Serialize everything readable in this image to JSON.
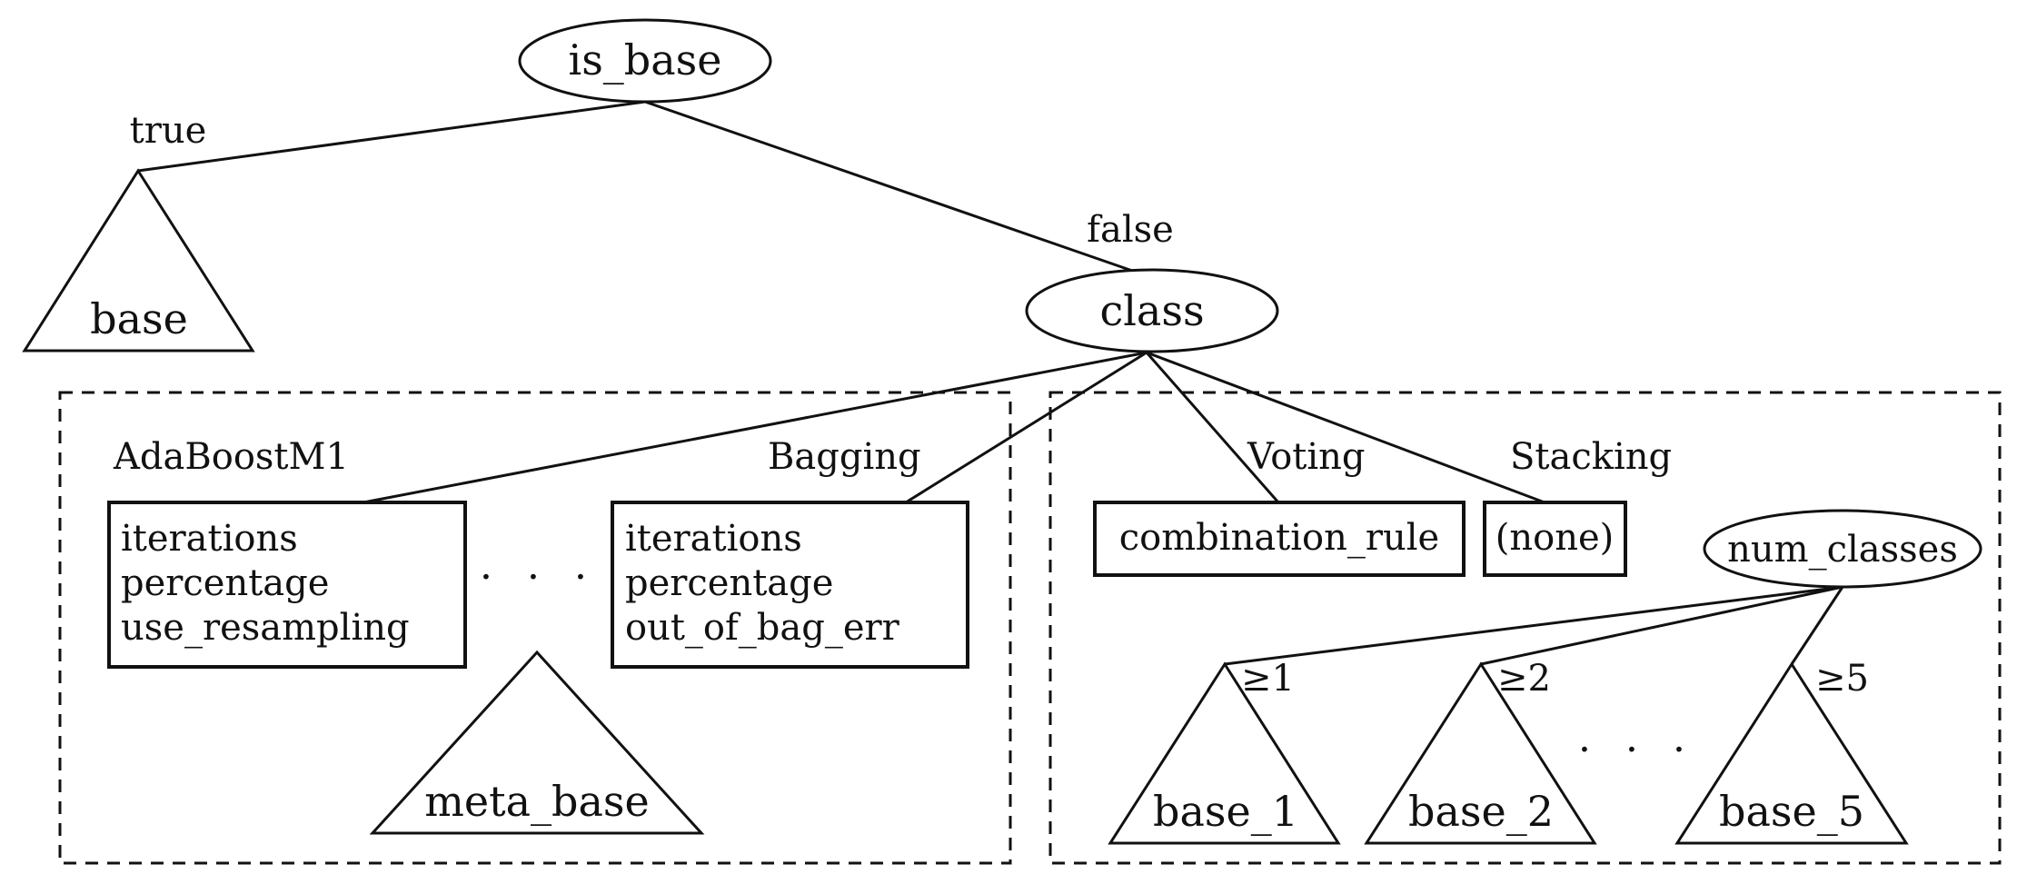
{
  "root": {
    "label": "is_base"
  },
  "true_branch": {
    "edge_label": "true",
    "subtree_label": "base"
  },
  "false_branch": {
    "edge_label": "false",
    "node_label": "class"
  },
  "meta_group": {
    "adaboost": {
      "edge_label": "AdaBoostM1",
      "params": [
        "iterations",
        "percentage",
        "use_resampling"
      ]
    },
    "bagging": {
      "edge_label": "Bagging",
      "params": [
        "iterations",
        "percentage",
        "out_of_bag_err"
      ]
    },
    "ellipsis": "· · ·",
    "subtree_label": "meta_base"
  },
  "ensemble_group": {
    "voting": {
      "edge_label": "Voting",
      "param": "combination_rule"
    },
    "stacking": {
      "edge_label": "Stacking",
      "param": "(none)"
    },
    "num_classes": {
      "label": "num_classes",
      "children": [
        {
          "edge_label": "≥1",
          "subtree_label": "base_1"
        },
        {
          "edge_label": "≥2",
          "subtree_label": "base_2"
        },
        {
          "edge_label": "≥5",
          "subtree_label": "base_5"
        }
      ],
      "ellipsis": "· · ·"
    }
  }
}
